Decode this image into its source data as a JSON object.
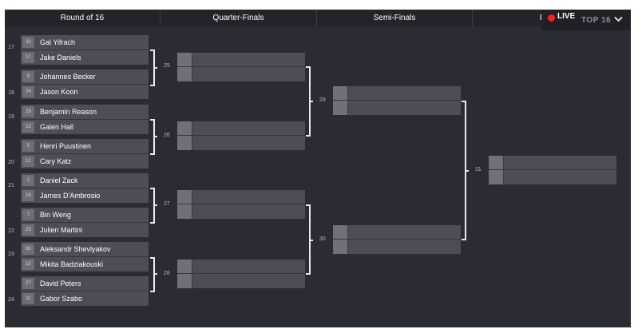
{
  "header": {
    "rounds": [
      "Round of 16",
      "Quarter-Finals",
      "Semi-Finals",
      "F"
    ],
    "live_label": "LIVE",
    "filter_label": "TOP 16",
    "chevron_icon": "chevron-down-icon"
  },
  "colors": {
    "background": "#2b2c33",
    "header": "#232429",
    "slot": "#4d4e55",
    "seed": "#6c6d75",
    "live": "#ff1f1f",
    "connector": "#e9e9ec"
  },
  "round_of_16": {
    "pair_numbers": [
      "17",
      "18",
      "19",
      "20",
      "21",
      "22",
      "23",
      "24"
    ],
    "matches": [
      {
        "p1": {
          "seed": "32",
          "name": "Gal Yifrach"
        },
        "p2": {
          "seed": "17",
          "name": "Jake Daniels"
        }
      },
      {
        "p1": {
          "seed": "8",
          "name": "Johannes Becker"
        },
        "p2": {
          "seed": "24",
          "name": "Jason Koon"
        }
      },
      {
        "p1": {
          "seed": "29",
          "name": "Benjamin Reason"
        },
        "p2": {
          "seed": "13",
          "name": "Galen Hall"
        }
      },
      {
        "p1": {
          "seed": "5",
          "name": "Henri Puustinen"
        },
        "p2": {
          "seed": "12",
          "name": "Cary Katz"
        }
      },
      {
        "p1": {
          "seed": "2",
          "name": "Daniel Zack"
        },
        "p2": {
          "seed": "18",
          "name": "James D'Ambrosio"
        }
      },
      {
        "p1": {
          "seed": "7",
          "name": "Bin Weng"
        },
        "p2": {
          "seed": "23",
          "name": "Julien Martini"
        }
      },
      {
        "p1": {
          "seed": "30",
          "name": "Aleksandr Shevlyakov"
        },
        "p2": {
          "seed": "15",
          "name": "Mikita Badziakouski"
        }
      },
      {
        "p1": {
          "seed": "27",
          "name": "David Peters"
        },
        "p2": {
          "seed": "11",
          "name": "Gabor Szabo"
        }
      }
    ]
  },
  "quarter_finals": {
    "match_numbers": [
      "25",
      "26",
      "27",
      "28"
    ]
  },
  "semi_finals": {
    "match_numbers": [
      "29",
      "30"
    ]
  },
  "final": {
    "match_numbers": [
      "31"
    ]
  }
}
